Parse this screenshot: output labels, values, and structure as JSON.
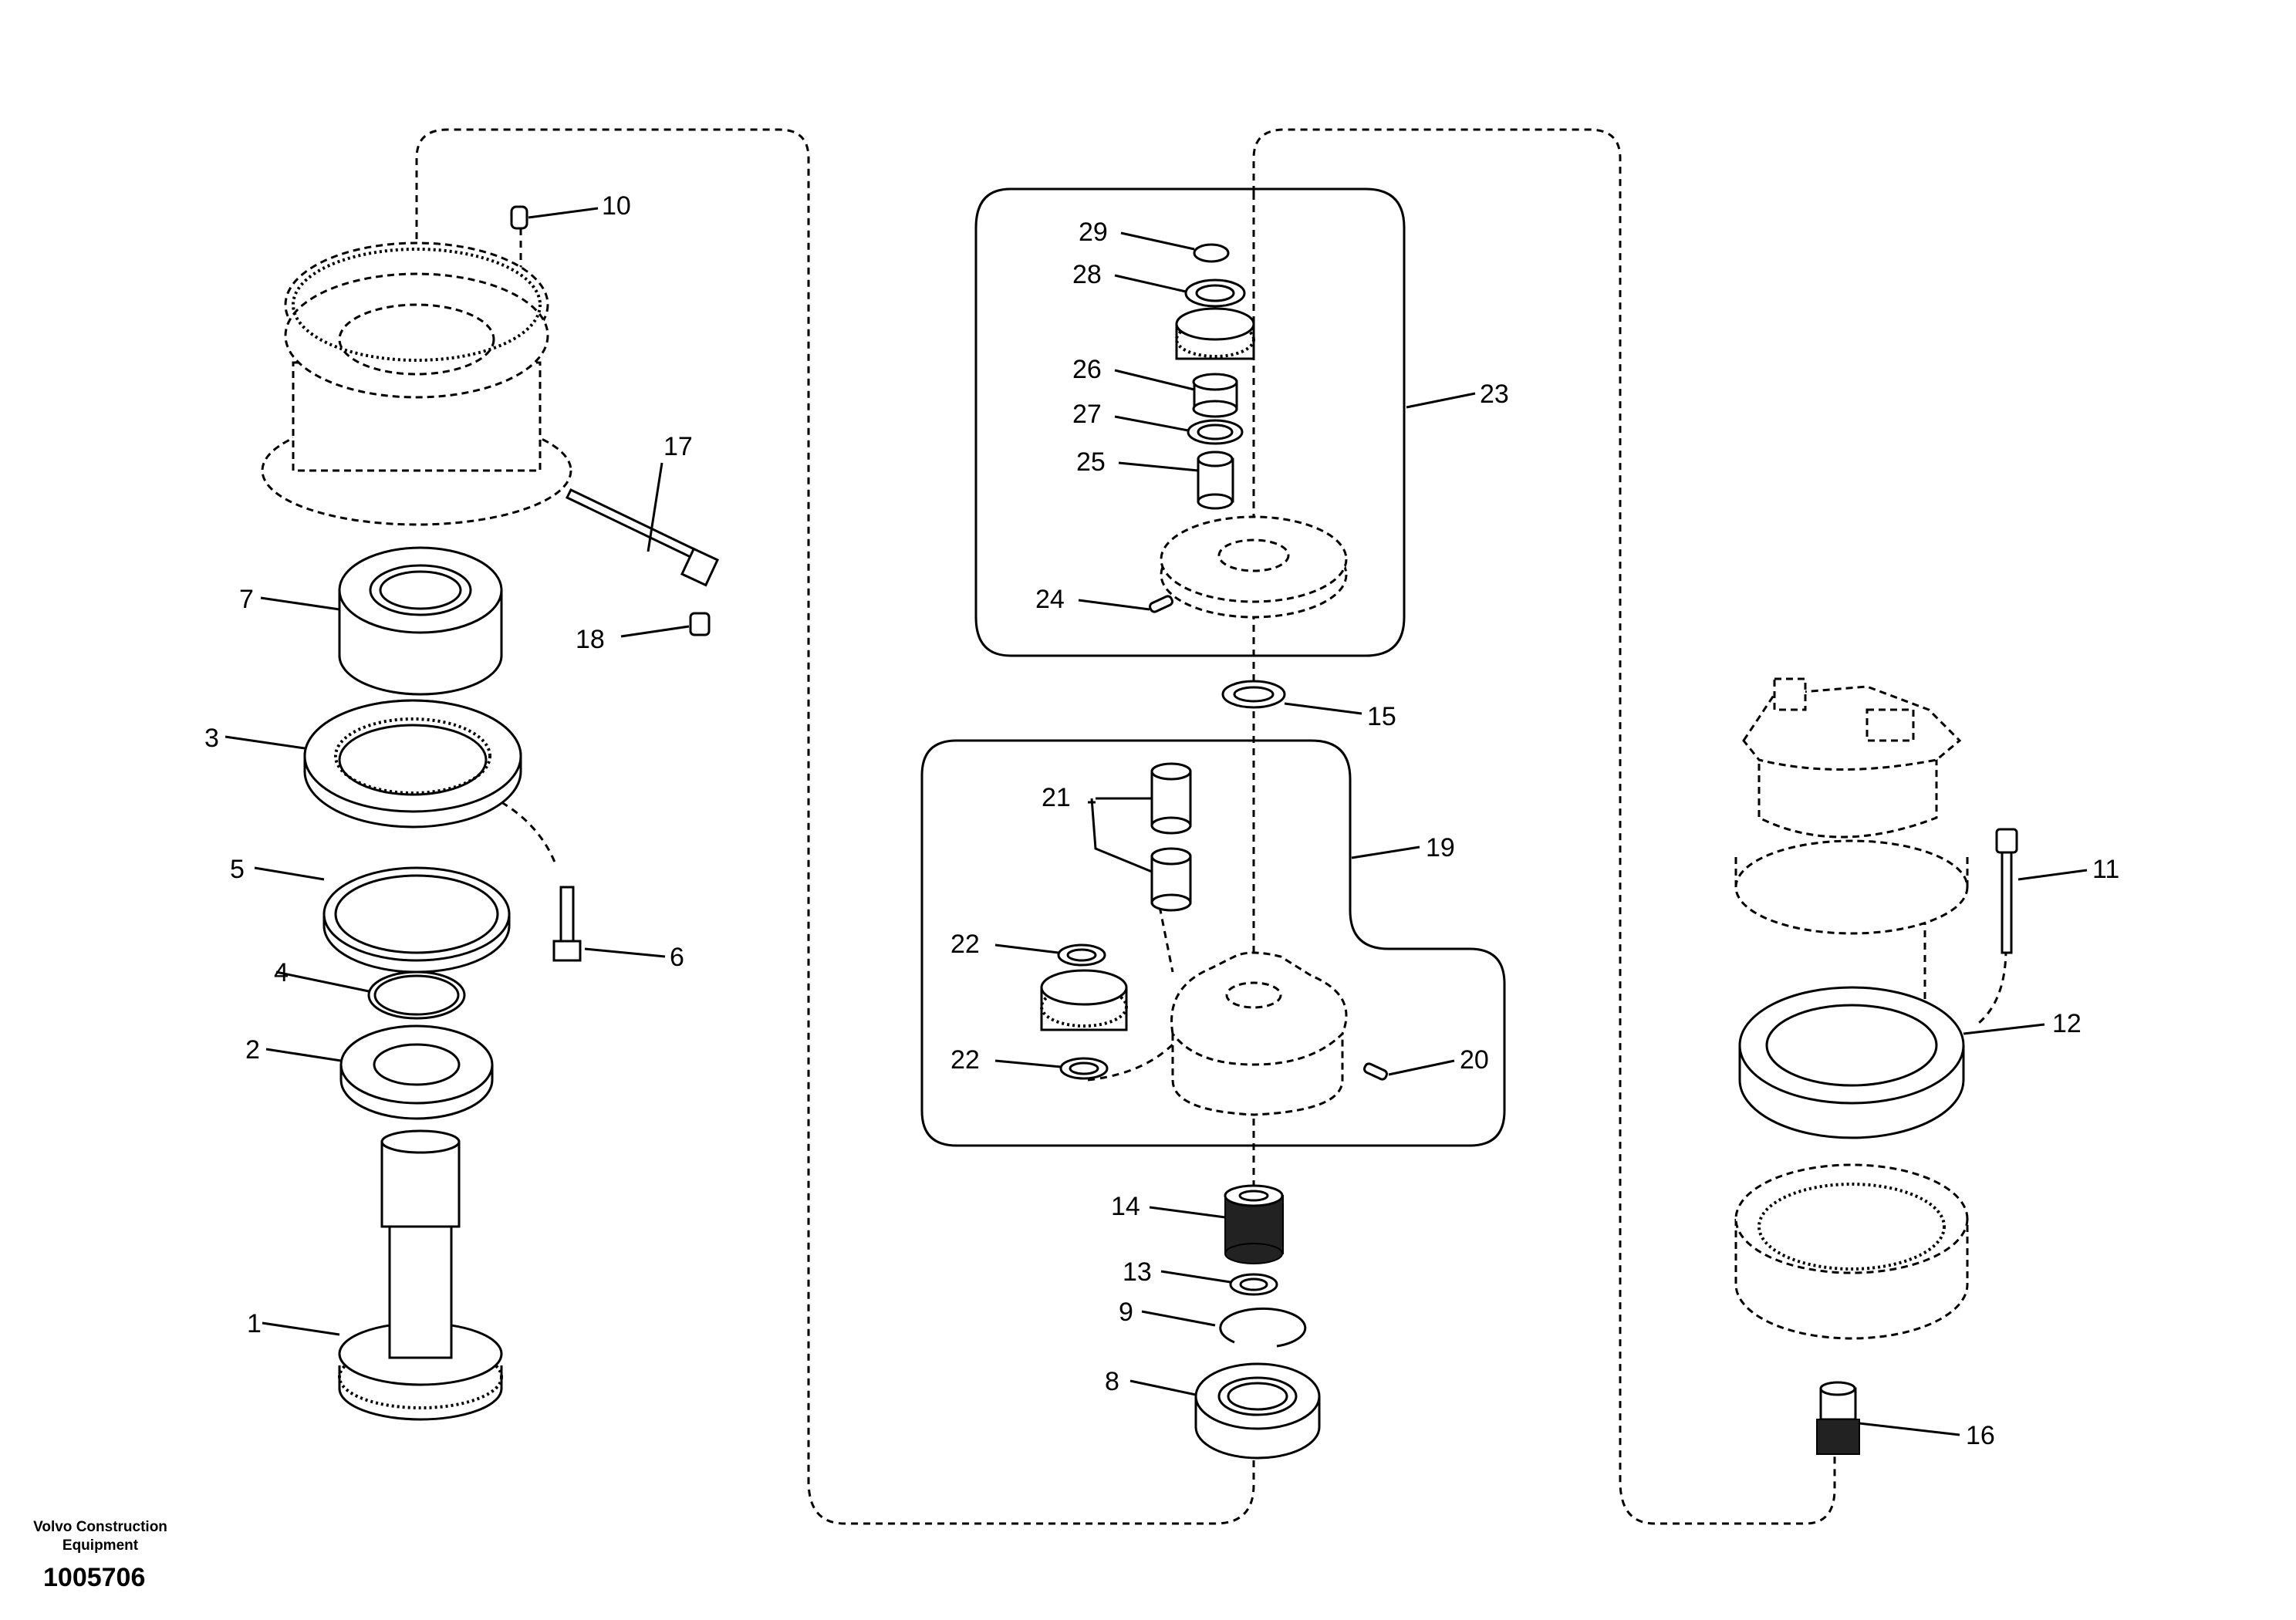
{
  "footer": {
    "brand": "Volvo Construction Equipment",
    "document_number": "1005706"
  },
  "callouts": [
    {
      "id": "c1",
      "text": "1"
    },
    {
      "id": "c2",
      "text": "2"
    },
    {
      "id": "c3",
      "text": "3"
    },
    {
      "id": "c4",
      "text": "4"
    },
    {
      "id": "c5",
      "text": "5"
    },
    {
      "id": "c6",
      "text": "6"
    },
    {
      "id": "c7",
      "text": "7"
    },
    {
      "id": "c8",
      "text": "8"
    },
    {
      "id": "c9",
      "text": "9"
    },
    {
      "id": "c10",
      "text": "10"
    },
    {
      "id": "c11",
      "text": "11"
    },
    {
      "id": "c12",
      "text": "12"
    },
    {
      "id": "c13",
      "text": "13"
    },
    {
      "id": "c14",
      "text": "14"
    },
    {
      "id": "c15",
      "text": "15"
    },
    {
      "id": "c16",
      "text": "16"
    },
    {
      "id": "c17",
      "text": "17"
    },
    {
      "id": "c18",
      "text": "18"
    },
    {
      "id": "c19",
      "text": "19"
    },
    {
      "id": "c20",
      "text": "20"
    },
    {
      "id": "c21",
      "text": "21"
    },
    {
      "id": "c22a",
      "text": "22"
    },
    {
      "id": "c22b",
      "text": "22"
    },
    {
      "id": "c23",
      "text": "23"
    },
    {
      "id": "c24",
      "text": "24"
    },
    {
      "id": "c25",
      "text": "25"
    },
    {
      "id": "c26",
      "text": "26"
    },
    {
      "id": "c27",
      "text": "27"
    },
    {
      "id": "c28",
      "text": "28"
    },
    {
      "id": "c29",
      "text": "29"
    }
  ]
}
